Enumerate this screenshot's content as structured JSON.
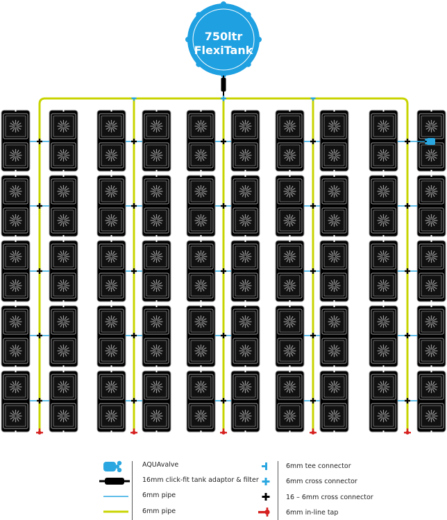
{
  "tank": {
    "line1": "750ltr",
    "line2": "FlexiTank",
    "color": "#1ea0e1"
  },
  "colors": {
    "pipe_16mm": "#c8d400",
    "pipe_6mm": "#2aa7e0",
    "cross_16_6": "#000000",
    "tee_6mm": "#2aa7e0",
    "tap": "#d62020",
    "pot_module": "#000000",
    "aquavalve": "#2aa7e0"
  },
  "layout_summary": {
    "module_columns": 10,
    "module_rows": 5,
    "pots_per_module": 2,
    "total_pots": 100,
    "riser_pipes": 5
  },
  "legend": {
    "left": [
      {
        "icon": "aquavalve-icon",
        "label": "AQUAvalve"
      },
      {
        "icon": "tank-adaptor-filter-icon",
        "label": "16mm click-fit tank adaptor & filter"
      },
      {
        "icon": "blue-pipe-icon",
        "label": "6mm pipe"
      },
      {
        "icon": "green-pipe-icon",
        "label": "6mm pipe"
      }
    ],
    "right": [
      {
        "icon": "tee-connector-icon",
        "label": "6mm tee connector"
      },
      {
        "icon": "cross-connector-icon",
        "label": "6mm cross connector"
      },
      {
        "icon": "16-6mm-cross-connector-icon",
        "label": "16 – 6mm cross connector"
      },
      {
        "icon": "inline-tap-icon",
        "label": "6mm in-line tap"
      }
    ]
  }
}
